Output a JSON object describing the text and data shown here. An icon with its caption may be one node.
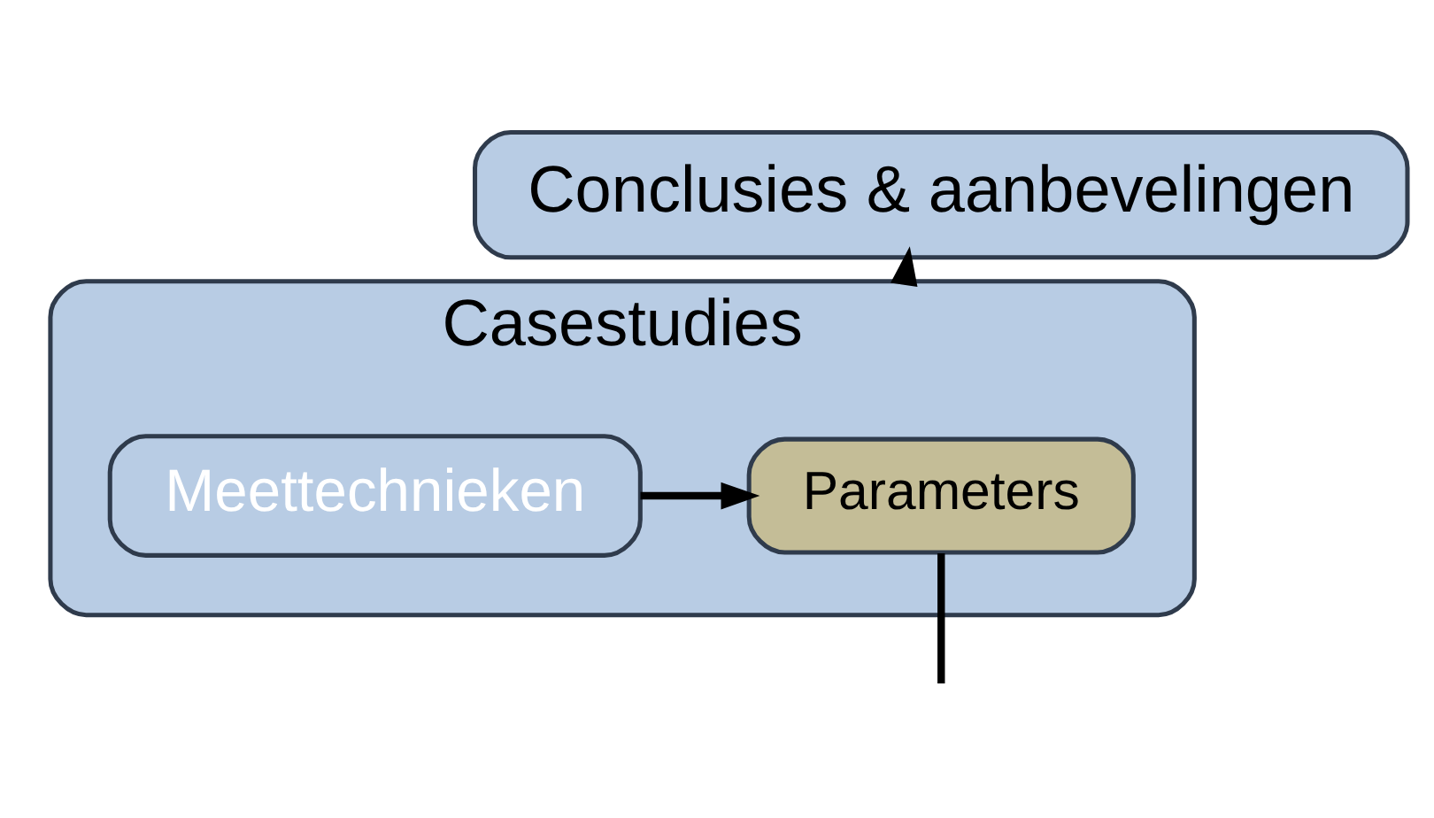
{
  "diagram": {
    "nodes": [
      {
        "text": [
          "Conclusies & aanbevelingen"
        ]
      },
      {
        "text": [
          "Casestudies"
        ]
      },
      {
        "text": [
          "Parameters"
        ],
        "in": 1
      },
      {
        "text": [
          "Meettechnieken"
        ],
        "in": 1
      }
    ],
    "edges": [
      {
        "from": 1,
        "to": 0,
        "arrow": "to"
      },
      {
        "from": 3,
        "to": 2,
        "arrow": "to"
      },
      {
        "from": 2,
        "to": null,
        "arrow": "none"
      }
    ]
  }
}
